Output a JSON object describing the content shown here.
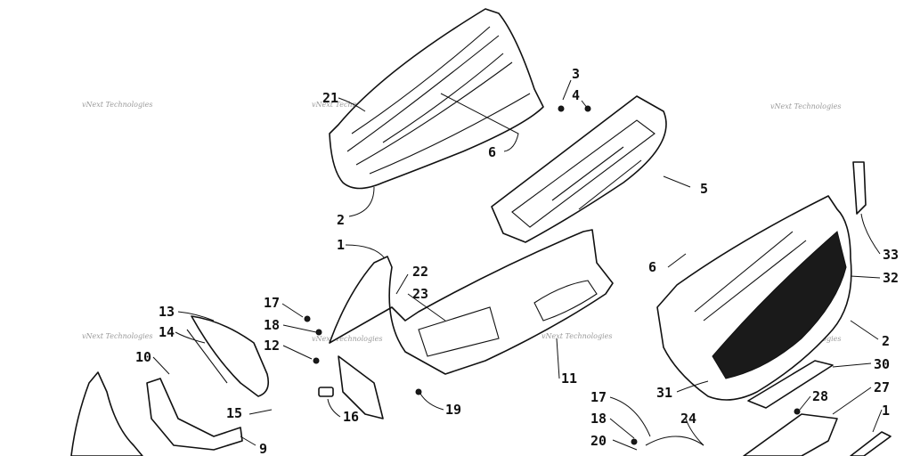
{
  "watermark": "vNext Technologies",
  "callouts": [
    "21",
    "3",
    "4",
    "6",
    "2",
    "5",
    "1",
    "22",
    "23",
    "17",
    "18",
    "12",
    "13",
    "14",
    "10",
    "15",
    "9",
    "16",
    "19",
    "11",
    "33",
    "32",
    "31",
    "30",
    "28",
    "27",
    "24",
    "20"
  ]
}
